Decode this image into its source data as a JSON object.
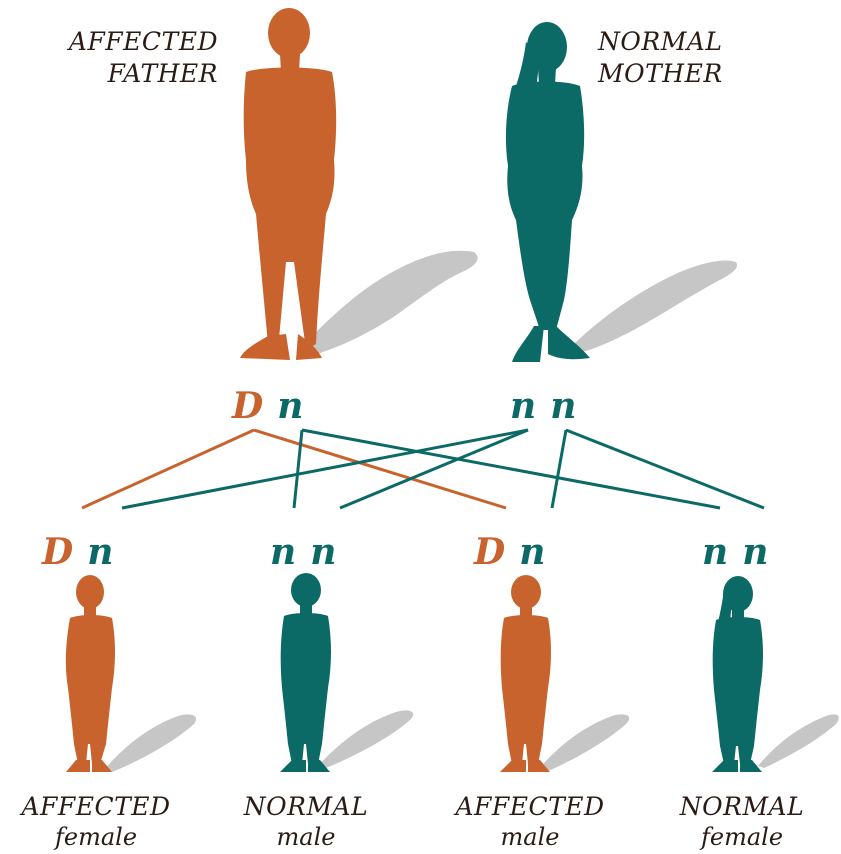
{
  "colors": {
    "affected": "#c8632e",
    "normal": "#0c6a66",
    "shadow": "#c6c6c6",
    "text": "#2a1c14"
  },
  "parents": {
    "father": {
      "line1": "AFFECTED",
      "line2": "FATHER",
      "allele1": "D",
      "allele2": "n"
    },
    "mother": {
      "line1": "NORMAL",
      "line2": "MOTHER",
      "allele1": "n",
      "allele2": "n"
    }
  },
  "children": [
    {
      "allele1": "D",
      "allele2": "n",
      "status": "AFFECTED",
      "sex": "female"
    },
    {
      "allele1": "n",
      "allele2": "n",
      "status": "NORMAL",
      "sex": "male"
    },
    {
      "allele1": "D",
      "allele2": "n",
      "status": "AFFECTED",
      "sex": "male"
    },
    {
      "allele1": "n",
      "allele2": "n",
      "status": "NORMAL",
      "sex": "female"
    }
  ]
}
